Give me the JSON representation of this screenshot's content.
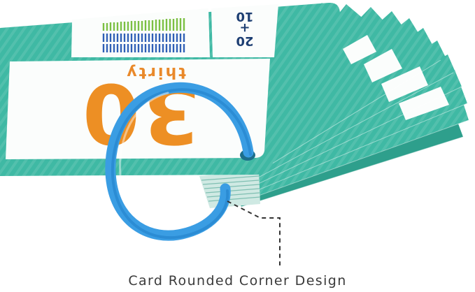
{
  "colors": {
    "card_teal": "#3fb9a4",
    "card_teal_dark": "#2e9f8c",
    "card_white": "#fbfdfc",
    "number_orange": "#ed8f24",
    "word_orange": "#e9892a",
    "ring_blue": "#3a9de3",
    "ring_blue_dark": "#1f7ec9",
    "tally_green": "#7bc043",
    "tally_blue": "#2f5fb6",
    "addition_text": "#1e3f73",
    "caption_text": "#3a3a3a",
    "leader_line": "#333333"
  },
  "icons": {
    "ring": "binder-ring-icon"
  },
  "card": {
    "number": "30",
    "word": "thirty",
    "addition_top": "20",
    "addition_op": "+",
    "addition_bottom": "10"
  },
  "caption": "Card Rounded Corner Design"
}
